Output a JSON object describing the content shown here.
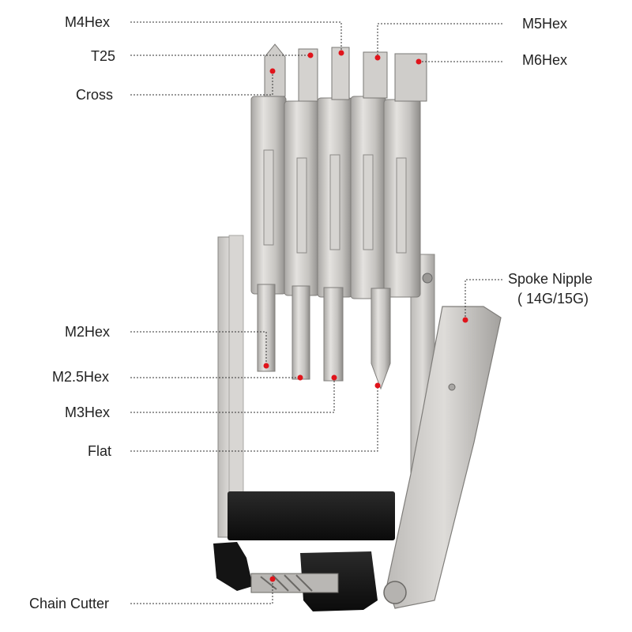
{
  "labels": {
    "m4hex": "M4Hex",
    "t25": "T25",
    "cross": "Cross",
    "m5hex": "M5Hex",
    "m6hex": "M6Hex",
    "spoke_nipple_line1": "Spoke Nipple",
    "spoke_nipple_line2": "( 14G/15G)",
    "m2hex": "M2Hex",
    "m25hex": "M2.5Hex",
    "m3hex": "M3Hex",
    "flat": "Flat",
    "chain_cutter": "Chain Cutter"
  },
  "colors": {
    "marker": "#e0141b",
    "leader": "#333333",
    "metal": "#c9c7c4",
    "metal_dark": "#8d8b88",
    "black_part": "#151515",
    "background": "#ffffff"
  },
  "icons": {
    "product": "multi-tool-illustration",
    "marker": "red-dot-marker"
  }
}
